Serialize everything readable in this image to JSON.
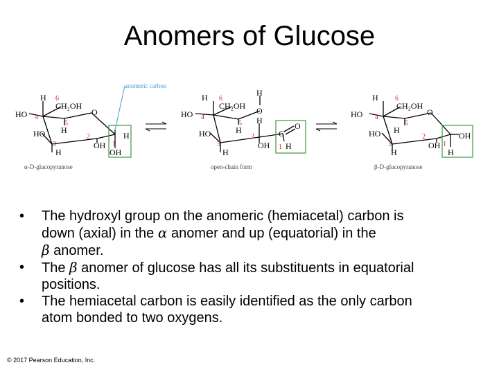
{
  "title": "Anomers of Glucose",
  "figure": {
    "callout": "anomeric carbon",
    "captions": {
      "alpha": "α-D-glucopyranose",
      "open": "open-chain form",
      "beta": "β-D-glucopyranose"
    },
    "alpha": {
      "H_top": "H",
      "n6": "6",
      "ch2oh": "CH₂OH",
      "HO": "HO",
      "n4": "4",
      "O_ring": "O",
      "n5": "5",
      "H5": "H",
      "HO3": "HO",
      "n3": "3",
      "H3": "H",
      "n2": "2",
      "OH2": "OH",
      "H1": "H",
      "n1": "1",
      "OH1": "OH"
    },
    "open": {
      "H_top": "H",
      "n6": "6",
      "ch2oh": "CH₂OH",
      "H_oh": "H",
      "O_oh": "O",
      "HO": "HO",
      "n4": "4",
      "n5": "5",
      "H5": "H",
      "HO3": "HO",
      "n3": "3",
      "H3": "H",
      "n2": "2",
      "OH2": "OH",
      "H2": "H",
      "O_ald": "O",
      "C1": "C",
      "n1": "1",
      "H1": "H"
    },
    "beta": {
      "H_top": "H",
      "n6": "6",
      "ch2oh": "CH₂OH",
      "HO": "HO",
      "n4": "4",
      "O_ring": "O",
      "n5": "5",
      "H5": "H",
      "HO3": "HO",
      "n3": "3",
      "H3": "H",
      "n2": "2",
      "OH2": "OH",
      "H1": "H",
      "n1": "1",
      "OH1": "OH"
    }
  },
  "bullets": [
    {
      "line1": "The hydroxyl group on the anomeric (hemiacetal) carbon is",
      "line2_a": "down (axial) in the ",
      "alpha_sym": "α",
      "line2_b": " anomer and up (equatorial) in the",
      "beta_sym": "β",
      "line3": " anomer."
    },
    {
      "part_a": "The ",
      "beta_sym": "β",
      "part_b": " anomer of glucose has all its substituents in equatorial",
      "line2": "positions."
    },
    {
      "line1": "The hemiacetal carbon is easily identified as the only carbon",
      "line2": "atom bonded to two oxygens."
    }
  ],
  "bullet_marker": "•",
  "copyright": "© 2017 Pearson Education, Inc.",
  "colors": {
    "text": "#000000",
    "number": "#d02a2a",
    "callout": "#3aa0d8",
    "box": "#3a9a3a",
    "caption": "#444444"
  }
}
